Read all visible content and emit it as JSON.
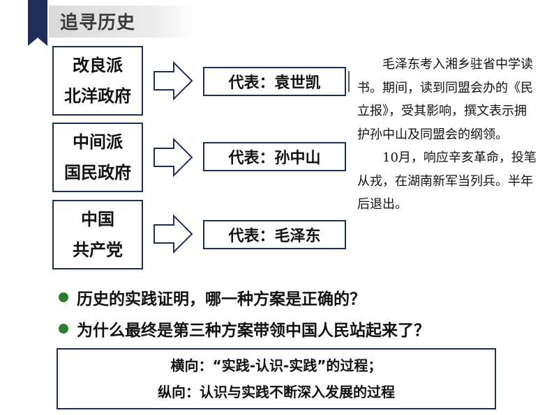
{
  "header": {
    "title": "追寻历史"
  },
  "groups": [
    {
      "line1": "改良派",
      "line2": "北洋政府",
      "representative": "代表：袁世凯"
    },
    {
      "line1": "中间派",
      "line2": "国民政府",
      "representative": "代表：孙中山"
    },
    {
      "line1": "中国",
      "line2": "共产党",
      "representative": "代表：毛泽东"
    }
  ],
  "story": {
    "paragraph1": "毛泽东考入湘乡驻省中学读书。期间，读到同盟会办的《民立报》，受其影响，撰文表示拥护孙中山及同盟会的纲领。",
    "paragraph2": "10月，响应辛亥革命，投笔从戎，在湖南新军当列兵。半年后退出。"
  },
  "questions": [
    "历史的实践证明，哪一种方案是正确的？",
    "为什么最终是第三种方案带领中国人民站起来了？"
  ],
  "conclusion": {
    "line1": "横向：“实践-认识-实践”的过程；",
    "line2": "纵向：认识与实践不断深入发展的过程"
  },
  "colors": {
    "accent": "#1f2d59",
    "bullet": "#2e7d32"
  }
}
